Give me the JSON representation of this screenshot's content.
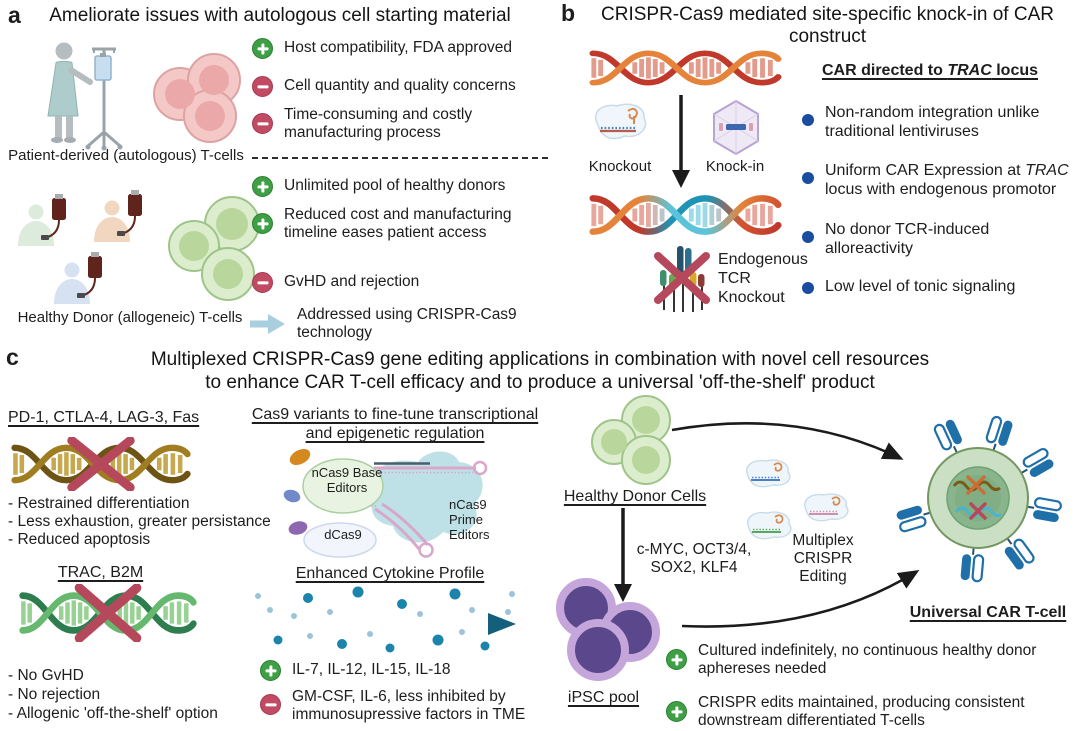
{
  "colors": {
    "plus_green": "#3f9f45",
    "minus_red": "#c04b63",
    "bullet_blue": "#1a4d9e",
    "addressed_arrow_blue": "#a9cedd",
    "cytokine_teal": "#135f7c",
    "cross_red": "#b5495b"
  },
  "panel_a": {
    "label": "a",
    "title": "Ameliorate issues with autologous cell starting material",
    "autologous_caption": "Patient-derived (autologous) T-cells",
    "allogeneic_caption": "Healthy Donor (allogeneic) T-cells",
    "items": [
      {
        "icon": "plus-icon",
        "text": "Host compatibility, FDA approved"
      },
      {
        "icon": "minus-icon",
        "text": "Cell quantity and quality concerns"
      },
      {
        "icon": "minus-icon",
        "text": "Time-consuming and costly manufacturing process"
      },
      {
        "icon": "plus-icon",
        "text": "Unlimited pool of healthy donors"
      },
      {
        "icon": "plus-icon",
        "text": "Reduced cost and manufacturing timeline eases patient access"
      },
      {
        "icon": "minus-icon",
        "text": "GvHD and rejection"
      },
      {
        "icon": "addressed-arrow-icon",
        "text": "Addressed using CRISPR-Cas9 technology"
      }
    ]
  },
  "panel_b": {
    "label": "b",
    "title_line1": "CRISPR-Cas9 mediated site-specific knock-in of CAR",
    "title_line2": "construct",
    "knockout_label": "Knockout",
    "knockin_label": "Knock-in",
    "endogenous_label": "Endogenous TCR Knockout",
    "heading": {
      "pre": "CAR directed to ",
      "italic": "TRAC",
      "post": " locus"
    },
    "bullets": [
      {
        "pre": "Non-random integration unlike traditional lentiviruses"
      },
      {
        "pre": "Uniform CAR Expression at ",
        "italic": "TRAC",
        "post": " locus with endogenous promotor"
      },
      {
        "pre": "No donor TCR-induced alloreactivity"
      },
      {
        "pre": "Low level of tonic signaling"
      }
    ]
  },
  "panel_c": {
    "label": "c",
    "title_line1": "Multiplexed CRISPR-Cas9 gene editing applications in combination with novel cell resources",
    "title_line2": "to enhance CAR T-cell efficacy and to produce a universal 'off-the-shelf' product",
    "knockout_targets_1": {
      "heading": "PD-1, CTLA-4, LAG-3, Fas",
      "points": [
        "- Restrained differentiation",
        "- Less exhaustion, greater persistance",
        "- Reduced apoptosis"
      ]
    },
    "knockout_targets_2": {
      "heading": "TRAC, B2M",
      "points": [
        "- No GvHD",
        "- No rejection",
        "- Allogenic 'off-the-shelf' option"
      ]
    },
    "cas9_variants": {
      "heading_line1": "Cas9 variants to fine-tune transcriptional",
      "heading_line2": "and epigenetic regulation",
      "base_editors_label": "nCas9 Base Editors",
      "dcas9_label": "dCas9",
      "prime_editors_label": "nCas9 Prime Editors"
    },
    "cytokine": {
      "heading": "Enhanced Cytokine Profile",
      "plus_text": "IL-7, IL-12, IL-15, IL-18",
      "minus_text": "GM-CSF, IL-6, less inhibited by immunosupressive factors in TME"
    },
    "pipeline": {
      "donor_label": "Healthy Donor Cells",
      "reprogramming_factors": "c-MYC, OCT3/4, SOX2, KLF4",
      "multiplex_label": "Multiplex CRISPR Editing",
      "ipsc_label": "iPSC pool",
      "car_label": "Universal CAR T-cell",
      "benefits": [
        "Cultured indefinitely, no continuous healthy donor aphereses needed",
        "CRISPR edits maintained, producing consistent downstream differentiated T-cells"
      ]
    }
  }
}
